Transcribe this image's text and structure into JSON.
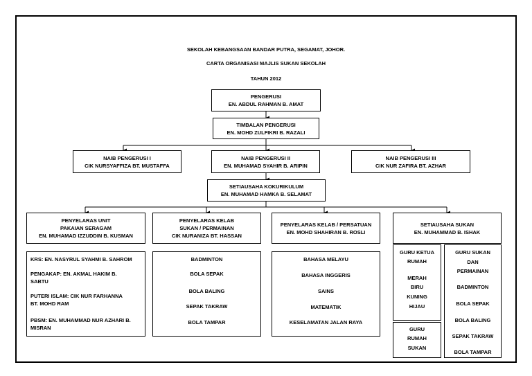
{
  "header": {
    "school": "SEKOLAH KEBANGSAAN BANDAR PUTRA, SEGAMAT, JOHOR.",
    "chart_title": "CARTA ORGANISASI MAJLIS SUKAN SEKOLAH",
    "year": "TAHUN 2012"
  },
  "pengerusi": {
    "role": "PENGERUSI",
    "name": "EN. ABDUL RAHMAN B. AMAT"
  },
  "timbalan": {
    "role": "TIMBALAN PENGERUSI",
    "name": "EN. MOHD ZULFIKRI B. RAZALI"
  },
  "naib": [
    {
      "role": "NAIB PENGERUSI I",
      "name": "CIK NURSYAFFIZA BT. MUSTAFFA"
    },
    {
      "role": "NAIB PENGERUSI II",
      "name": "EN. MUHAMAD SYAHIR B. ARIPIN"
    },
    {
      "role": "NAIB PENGERUSI III",
      "name": "CIK NUR ZAFIRA BT. AZHAR"
    }
  ],
  "setiausaha_koku": {
    "role": "SETIAUSAHA  KOKURIKULUM",
    "name": "EN. MUHAMAD HAMKA B. SELAMAT"
  },
  "penyelaras": [
    {
      "line1": "PENYELARAS UNIT",
      "line2": "PAKAIAN  SERAGAM",
      "name": "EN. MUHAMAD IZZUDDIN B. KUSMAN"
    },
    {
      "line1": "PENYELARAS KELAB",
      "line2": "SUKAN / PERMAINAN",
      "name": "CIK NURANIZA BT. HASSAN"
    },
    {
      "line1": "PENYELARAS KELAB / PERSATUAN",
      "name": "EN. MOHD SHAHIRAN B. ROSLI"
    },
    {
      "line1": "SETIAUSAHA SUKAN",
      "name": "EN. MUHAMMAD B. ISHAK"
    }
  ],
  "unit_list": [
    {
      "l1": "KRS: EN. NASYRUL SYAHMI B. SAHROM"
    },
    {
      "l1": "PENGAKAP: EN. AKMAL HAKIM B.",
      "l2": "SABTU"
    },
    {
      "l1": "PUTERI ISLAM: CIK NUR FARHANNA",
      "l2": "BT. MOHD RAM"
    },
    {
      "l1": "PBSM: EN. MUHAMMAD NUR AZHARI B.",
      "l2": "MISRAN"
    }
  ],
  "kelab_sukan_list": [
    "BADMINTON",
    "BOLA SEPAK",
    "BOLA BALING",
    "SEPAK TAKRAW",
    "BOLA TAMPAR"
  ],
  "kelab_persatuan_list": [
    "BAHASA MELAYU",
    "BAHASA INGGERIS",
    "SAINS",
    "MATEMATIK",
    "KESELAMATAN JALAN RAYA"
  ],
  "guru_ketua_rumah": {
    "title1": "GURU KETUA",
    "title2": "RUMAH",
    "houses": [
      "MERAH",
      "BIRU",
      "KUNING",
      "HIJAU"
    ]
  },
  "guru_rumah_sukan": [
    "GURU",
    "RUMAH",
    "SUKAN"
  ],
  "guru_sukan": {
    "title": [
      "GURU SUKAN",
      "DAN",
      "PERMAINAN"
    ],
    "items": [
      "BADMINTON",
      "BOLA SEPAK",
      "BOLA BALING",
      "SEPAK TAKRAW",
      "BOLA TAMPAR"
    ]
  }
}
